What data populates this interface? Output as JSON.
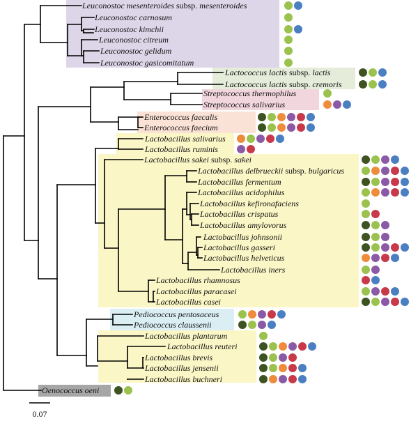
{
  "palette": {
    "dark_green": "#3e5222",
    "light_green": "#9bc24e",
    "orange": "#ef8c3c",
    "purple": "#8b5aa6",
    "red": "#c8394a",
    "blue": "#4a7fc2"
  },
  "clade_colors": {
    "leuconostoc": "#dcd6e8",
    "lactococcus": "#e5ecd9",
    "streptococcus": "#f2d6dd",
    "enterococcus": "#fbe2d6",
    "lactobacillus": "#fbf6c6",
    "pediococcus": "#daeef4",
    "oenococcus": "#a6a6a6"
  },
  "taxa": [
    {
      "id": "t1",
      "parts": [
        [
          "Leuconostoc mesenteroides",
          true
        ],
        [
          " subsp. ",
          false
        ],
        [
          "mesenteroides",
          true
        ]
      ],
      "dots": [
        "light_green",
        "blue"
      ]
    },
    {
      "id": "t2",
      "parts": [
        [
          "Leuconostoc carnosum",
          true
        ]
      ],
      "dots": [
        "light_green"
      ]
    },
    {
      "id": "t3",
      "parts": [
        [
          "Leuconostoc kimchii",
          true
        ]
      ],
      "dots": [
        "light_green",
        "blue"
      ]
    },
    {
      "id": "t4",
      "parts": [
        [
          "Leuconostoc citreum",
          true
        ]
      ],
      "dots": [
        "light_green"
      ]
    },
    {
      "id": "t5",
      "parts": [
        [
          "Leuconostoc gelidum",
          true
        ]
      ],
      "dots": [
        "light_green"
      ]
    },
    {
      "id": "t6",
      "parts": [
        [
          "Leuconostoc gasicomitatum",
          true
        ]
      ],
      "dots": [
        "light_green"
      ]
    },
    {
      "id": "t7",
      "parts": [
        [
          "Lactococcus lactis",
          true
        ],
        [
          " subsp. ",
          false
        ],
        [
          "lactis",
          true
        ]
      ],
      "dots": [
        "dark_green",
        "light_green",
        "blue"
      ]
    },
    {
      "id": "t8",
      "parts": [
        [
          "Lactococcus lactis",
          true
        ],
        [
          " subsp. ",
          false
        ],
        [
          "cremoris",
          true
        ]
      ],
      "dots": [
        "dark_green",
        "light_green",
        "blue"
      ]
    },
    {
      "id": "t9",
      "parts": [
        [
          "Streptococcus thermophilus",
          true
        ]
      ],
      "dots": [
        "light_green"
      ]
    },
    {
      "id": "t10",
      "parts": [
        [
          "Streptococcus salivarius",
          true
        ]
      ],
      "dots": [
        "orange",
        "purple",
        "blue"
      ]
    },
    {
      "id": "t11",
      "parts": [
        [
          "Enterococcus faecalis",
          true
        ]
      ],
      "dots": [
        "dark_green",
        "light_green",
        "orange",
        "purple",
        "red",
        "blue"
      ]
    },
    {
      "id": "t12",
      "parts": [
        [
          "Enterococcus faecium",
          true
        ]
      ],
      "dots": [
        "dark_green",
        "light_green",
        "orange",
        "purple",
        "red",
        "blue"
      ]
    },
    {
      "id": "t13",
      "parts": [
        [
          "Lactobacillus salivarius",
          true
        ]
      ],
      "dots": [
        "orange",
        "light_green",
        "purple",
        "red",
        "blue"
      ]
    },
    {
      "id": "t14",
      "parts": [
        [
          "Lactobacillus ruminis",
          true
        ]
      ],
      "dots": [
        "purple",
        "red"
      ]
    },
    {
      "id": "t15",
      "parts": [
        [
          "Lactobacillus sakei",
          true
        ],
        [
          " subsp. ",
          false
        ],
        [
          "sakei",
          true
        ]
      ],
      "dots": [
        "dark_green",
        "light_green",
        "purple",
        "blue"
      ]
    },
    {
      "id": "t16",
      "parts": [
        [
          "Lactobacillus delbrueckii",
          true
        ],
        [
          " subsp. ",
          false
        ],
        [
          "bulgaricus",
          true
        ]
      ],
      "dots": [
        "light_green",
        "orange",
        "purple",
        "red",
        "blue"
      ]
    },
    {
      "id": "t17",
      "parts": [
        [
          "Lactobacillus fermentum",
          true
        ]
      ],
      "dots": [
        "dark_green",
        "light_green",
        "purple",
        "red",
        "blue"
      ]
    },
    {
      "id": "t18",
      "parts": [
        [
          "Lactobacillus acidophilus",
          true
        ]
      ],
      "dots": [
        "light_green",
        "orange",
        "purple",
        "red",
        "blue"
      ]
    },
    {
      "id": "t19",
      "parts": [
        [
          "Lactobacillus kefironafaciens",
          true
        ]
      ],
      "dots": [
        "light_green"
      ]
    },
    {
      "id": "t20",
      "parts": [
        [
          "Lactobacillus crispatus",
          true
        ]
      ],
      "dots": [
        "light_green",
        "red"
      ]
    },
    {
      "id": "t21",
      "parts": [
        [
          "Lactobacillus amylovorus",
          true
        ]
      ],
      "dots": [
        "dark_green",
        "light_green",
        "purple"
      ]
    },
    {
      "id": "t22",
      "parts": [
        [
          "Lactobacillus johnsonii",
          true
        ]
      ],
      "dots": [
        "dark_green",
        "light_green",
        "purple"
      ]
    },
    {
      "id": "t23",
      "parts": [
        [
          "Lactobacillus gasseri",
          true
        ]
      ],
      "dots": [
        "dark_green",
        "light_green",
        "purple",
        "red",
        "blue"
      ]
    },
    {
      "id": "t24",
      "parts": [
        [
          "Lactobacillus helveticus",
          true
        ]
      ],
      "dots": [
        "orange",
        "purple",
        "red",
        "blue"
      ]
    },
    {
      "id": "t25",
      "parts": [
        [
          "Lactobacillus iners",
          true
        ]
      ],
      "dots": [
        "light_green",
        "purple"
      ]
    },
    {
      "id": "t26",
      "parts": [
        [
          "Lactobacillus rhamnosus",
          true
        ]
      ],
      "dots": [
        "red",
        "blue"
      ]
    },
    {
      "id": "t27",
      "parts": [
        [
          "Lactobacillus paracasei",
          true
        ]
      ],
      "dots": [
        "light_green",
        "purple",
        "red",
        "blue"
      ]
    },
    {
      "id": "t28",
      "parts": [
        [
          "Lactobacillus casei",
          true
        ]
      ],
      "dots": [
        "dark_green",
        "light_green",
        "purple",
        "red",
        "blue"
      ]
    },
    {
      "id": "t29",
      "parts": [
        [
          "Pediococcus pentosaceus",
          true
        ]
      ],
      "dots": [
        "light_green",
        "orange",
        "purple",
        "red",
        "blue"
      ]
    },
    {
      "id": "t30",
      "parts": [
        [
          "Pediococcus claussenii",
          true
        ]
      ],
      "dots": [
        "dark_green",
        "light_green",
        "purple",
        "blue"
      ]
    },
    {
      "id": "t31",
      "parts": [
        [
          "Lactobacillus plantarum",
          true
        ]
      ],
      "dots": [
        "light_green"
      ]
    },
    {
      "id": "t32",
      "parts": [
        [
          "Lactobacillus reuteri",
          true
        ]
      ],
      "dots": [
        "dark_green",
        "light_green",
        "orange",
        "purple",
        "red",
        "blue"
      ]
    },
    {
      "id": "t33",
      "parts": [
        [
          "Lactobacillus brevis",
          true
        ]
      ],
      "dots": [
        "dark_green",
        "light_green",
        "purple",
        "red"
      ]
    },
    {
      "id": "t34",
      "parts": [
        [
          "Lactobacillus jensenii",
          true
        ]
      ],
      "dots": [
        "dark_green",
        "light_green",
        "orange",
        "red",
        "blue"
      ]
    },
    {
      "id": "t35",
      "parts": [
        [
          "Lactobacillus buchneri",
          true
        ]
      ],
      "dots": [
        "dark_green",
        "orange",
        "purple",
        "red",
        "blue"
      ]
    },
    {
      "id": "t36",
      "parts": [
        [
          "Oenococcus oeni",
          true
        ]
      ],
      "dots": [
        "dark_green",
        "light_green"
      ]
    }
  ],
  "scale_bar": {
    "label": "0.07"
  }
}
